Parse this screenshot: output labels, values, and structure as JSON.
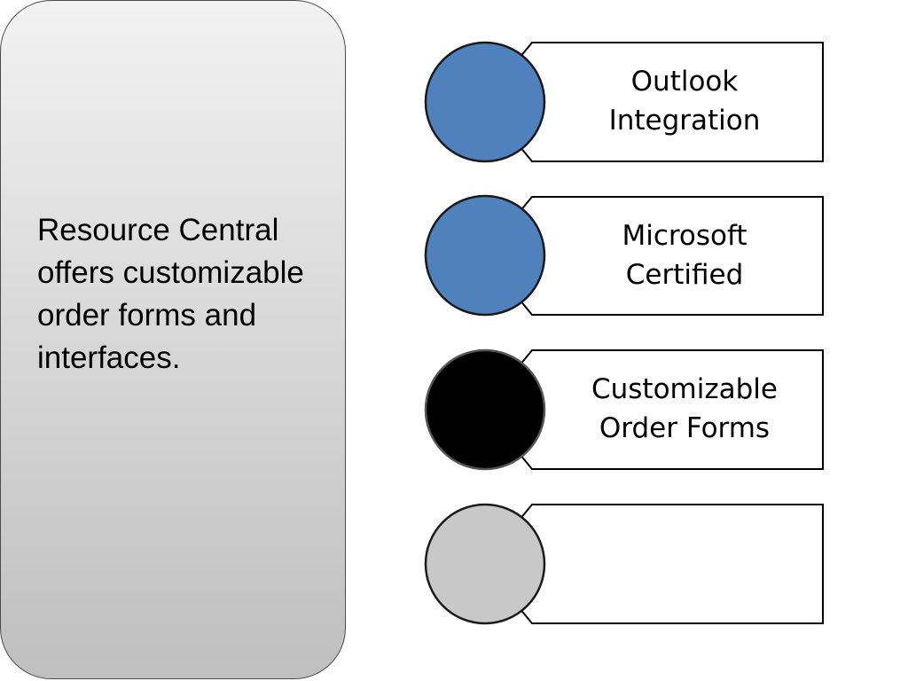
{
  "side_panel": {
    "text": "Resource Central offers customizable order forms and interfaces."
  },
  "items": [
    {
      "lines": [
        "Outlook",
        "Integration"
      ],
      "circle_color": "#4f81bd",
      "icon": "blue-circle-icon"
    },
    {
      "lines": [
        "Microsoft",
        "Certified"
      ],
      "circle_color": "#4f81bd",
      "icon": "blue-circle-icon"
    },
    {
      "lines": [
        "Customizable",
        "Order Forms"
      ],
      "circle_color": "#000000",
      "icon": "black-circle-icon"
    },
    {
      "lines": [
        "",
        ""
      ],
      "circle_color": "#c8c8c8",
      "icon": "gray-circle-icon"
    }
  ]
}
